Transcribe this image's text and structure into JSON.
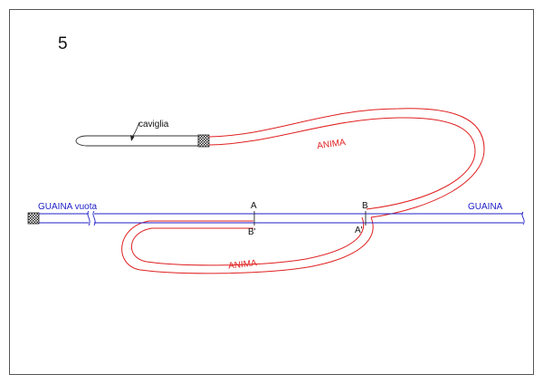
{
  "figure": {
    "number": "5",
    "pin_label": "caviglia",
    "core_label_top": "ANIMA",
    "core_label_bottom": "ANIMA",
    "empty_sheath_label": "GUAINA vuota",
    "sheath_label": "GUAINA",
    "point_a": "A",
    "point_b": "B",
    "point_b_prime": "B'",
    "point_a_prime": "A'"
  },
  "colors": {
    "frame": "#555555",
    "pin": "#333333",
    "core": "#e02020",
    "sheath": "#2020c8",
    "marks": "#222222"
  }
}
